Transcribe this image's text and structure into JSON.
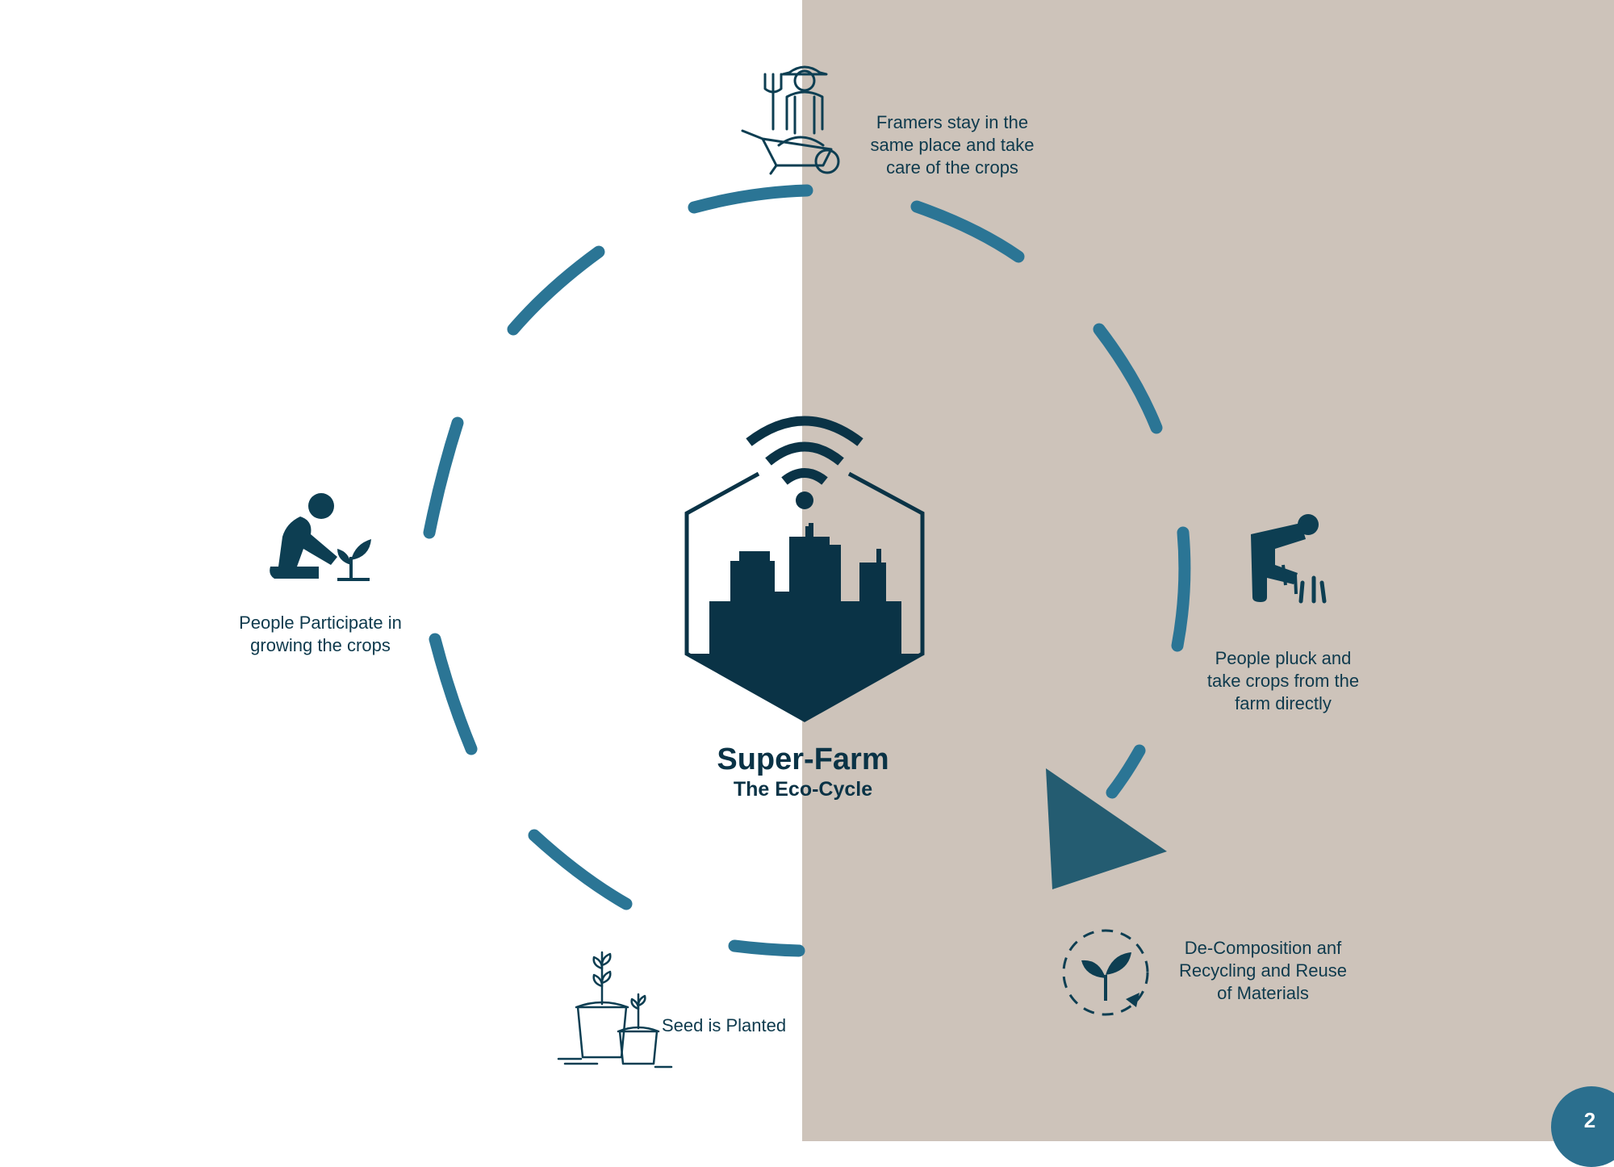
{
  "center": {
    "title": "Super-Farm",
    "subtitle": "The Eco-Cycle",
    "icon": "smart-city-farm-icon"
  },
  "steps": [
    {
      "id": "farmers",
      "text_lines": [
        "Framers stay in the",
        "same place and take",
        "care of the crops"
      ],
      "icon": "farmer-wheelbarrow-icon"
    },
    {
      "id": "pluck",
      "text_lines": [
        "People pluck and",
        "take crops from the",
        "farm directly"
      ],
      "icon": "person-picking-crops-icon"
    },
    {
      "id": "decompose",
      "text_lines": [
        "De-Composition anf",
        "Recycling and Reuse",
        "of Materials"
      ],
      "icon": "recycle-sprout-icon"
    },
    {
      "id": "seed",
      "text_lines": [
        "Seed is Planted"
      ],
      "icon": "potted-seedlings-icon"
    },
    {
      "id": "participate",
      "text_lines": [
        "People Participate in",
        "growing the crops"
      ],
      "icon": "person-planting-icon"
    }
  ],
  "page_number": "2",
  "colors": {
    "accent": "#2b7595",
    "dark": "#0a3346",
    "panel": "#cdc3ba",
    "background": "#ffffff"
  }
}
